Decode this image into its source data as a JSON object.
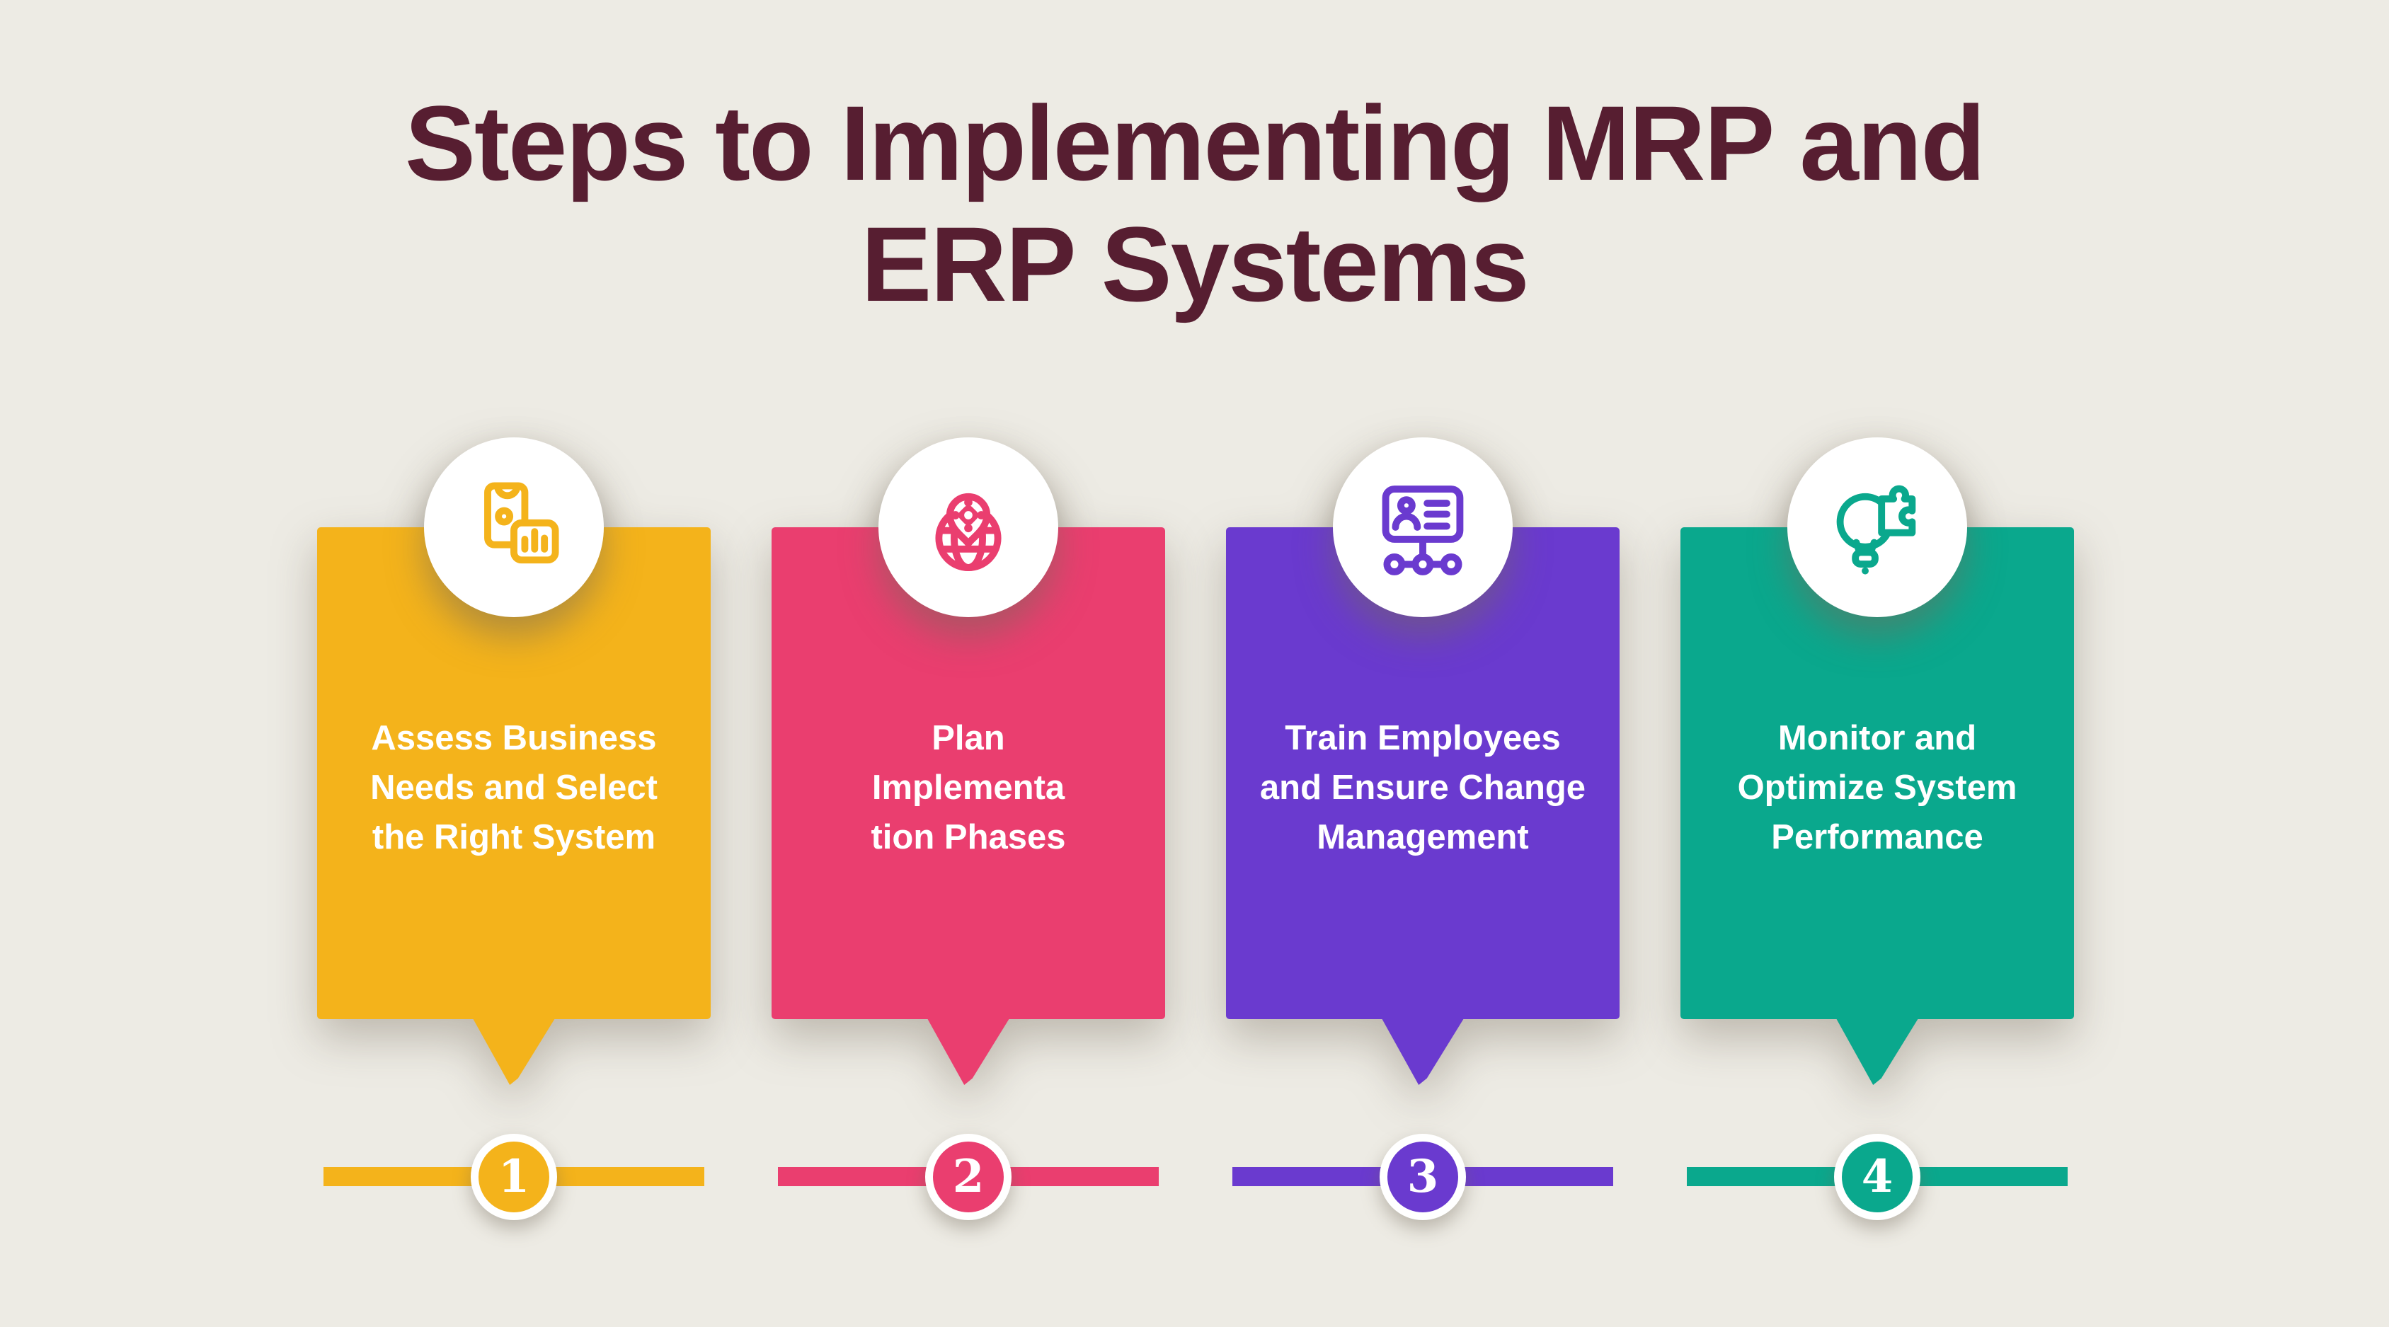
{
  "title": "Steps to Implementing MRP and\nERP Systems",
  "colors": {
    "background": "#EDEBE4",
    "title": "#571E31",
    "card_text": "#FFFFFF",
    "badge_background": "#FFFFFF"
  },
  "steps": [
    {
      "number": "1",
      "title": "Assess Business\nNeeds and Select\nthe Right System",
      "color": "#F4B31B",
      "icon": "phone-analytics-icon"
    },
    {
      "number": "2",
      "title": "Plan\nImplementa\ntion Phases",
      "color": "#EA3E6F",
      "icon": "globe-location-pin-icon"
    },
    {
      "number": "3",
      "title": "Train Employees\nand Ensure Change\nManagement",
      "color": "#6A3ACF",
      "icon": "id-card-network-icon"
    },
    {
      "number": "4",
      "title": "Monitor and\nOptimize System\nPerformance",
      "color": "#0AA88D",
      "icon": "lightbulb-puzzle-icon"
    }
  ]
}
